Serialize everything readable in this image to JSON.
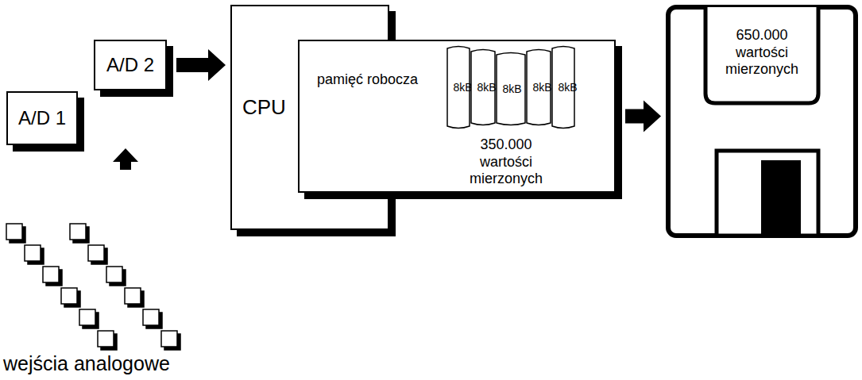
{
  "diagram": {
    "nodes": [
      {
        "text": [
          "A/D 1"
        ]
      },
      {
        "text": [
          "A/D 2"
        ]
      },
      {
        "text": [
          "CPU"
        ]
      },
      {
        "text": [
          "pamięć robocza",
          "350.000 wartości mierzonych"
        ]
      },
      {
        "text": [
          "8kB"
        ],
        "in": 3
      },
      {
        "text": [
          "8kB"
        ],
        "in": 3
      },
      {
        "text": [
          "8kB"
        ],
        "in": 3
      },
      {
        "text": [
          "8kB"
        ],
        "in": 3
      },
      {
        "text": [
          "8kB"
        ],
        "in": 3
      },
      {
        "text": [
          "650.000 wartości mierzonych"
        ]
      }
    ],
    "edges": [
      {
        "from": 1,
        "to": 2,
        "arrow": "to"
      },
      {
        "from": 3,
        "to": 9,
        "arrow": "to"
      }
    ],
    "labels": [
      "wejścia analogowe"
    ]
  }
}
